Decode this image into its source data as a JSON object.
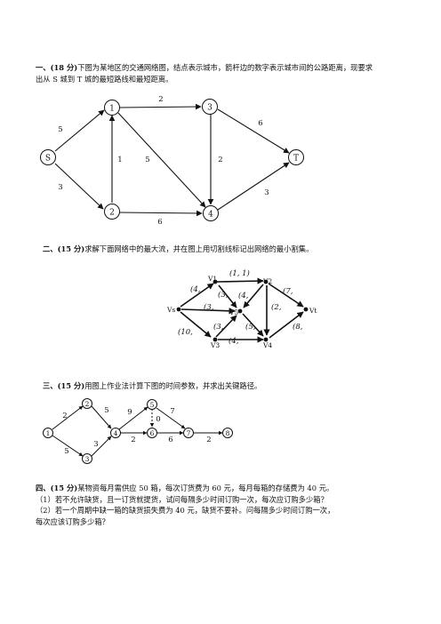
{
  "q1": {
    "heading": "一、(18 分)",
    "text_line1": "下图为某地区的交通网络图，结点表示城市，箭杆边的数字表示城市间的公路距离，现要求",
    "text_line2": "出从 S 城到 T 城的最短路线和最短距离。",
    "nodes": {
      "S": "S",
      "n1": "1",
      "n2": "2",
      "n3": "3",
      "n4": "4",
      "T": "T"
    },
    "edges": {
      "s1": "5",
      "s2": "3",
      "e21": "1",
      "e12": "2",
      "e14": "5",
      "e24": "6",
      "e34": "2",
      "e3t": "6",
      "e4t": "3"
    }
  },
  "q2": {
    "heading": "二、(15 分)",
    "text": "求解下面网络中的最大流，并在图上用切割线标记出网络的最小割集。",
    "nodes": {
      "vs": "Vs",
      "v1": "V1",
      "v2": "V2",
      "v3": "V3",
      "v4": "V4",
      "v5": "V5",
      "vt": "Vt"
    },
    "caps": {
      "a": "(1, 1)",
      "b": "(4,",
      "c": "(3,",
      "d": "(4,",
      "e": "(3,",
      "f": "(7,",
      "g": "(2,",
      "h": "(3,",
      "i": "(5,",
      "j": "(8,",
      "k": "(10,",
      "l": "(4,"
    }
  },
  "q3": {
    "heading": "三、(15 分)",
    "text": "用图上作业法计算下图的时间参数，并求出关键路径。",
    "nodes": {
      "n1": "1",
      "n2": "2",
      "n3": "3",
      "n4": "4",
      "n5": "5",
      "n6": "6",
      "n7": "7",
      "n8": "8"
    },
    "durations": {
      "d12": "2",
      "d13": "5",
      "d24": "5",
      "d34": "3",
      "d45": "9",
      "d46": "2",
      "d56": "0",
      "d57": "7",
      "d67": "6",
      "d78": "2"
    }
  },
  "q4": {
    "heading": "四、(15 分)",
    "text_line1": "某物资每月需供应 50 箱，每次订货费为 60 元，每月每箱的存储费为 40 元。",
    "text_line2": "（1）若不允许缺货，且一订货就提货，试问每隔多少时间订购一次，每次应订购多少箱？",
    "text_line3": "（2）若一个周期中缺一箱的缺货损失费为 40 元，缺货不要补。问每隔多少时间订购一次，",
    "text_line4": "每次应该订购多少箱？"
  }
}
